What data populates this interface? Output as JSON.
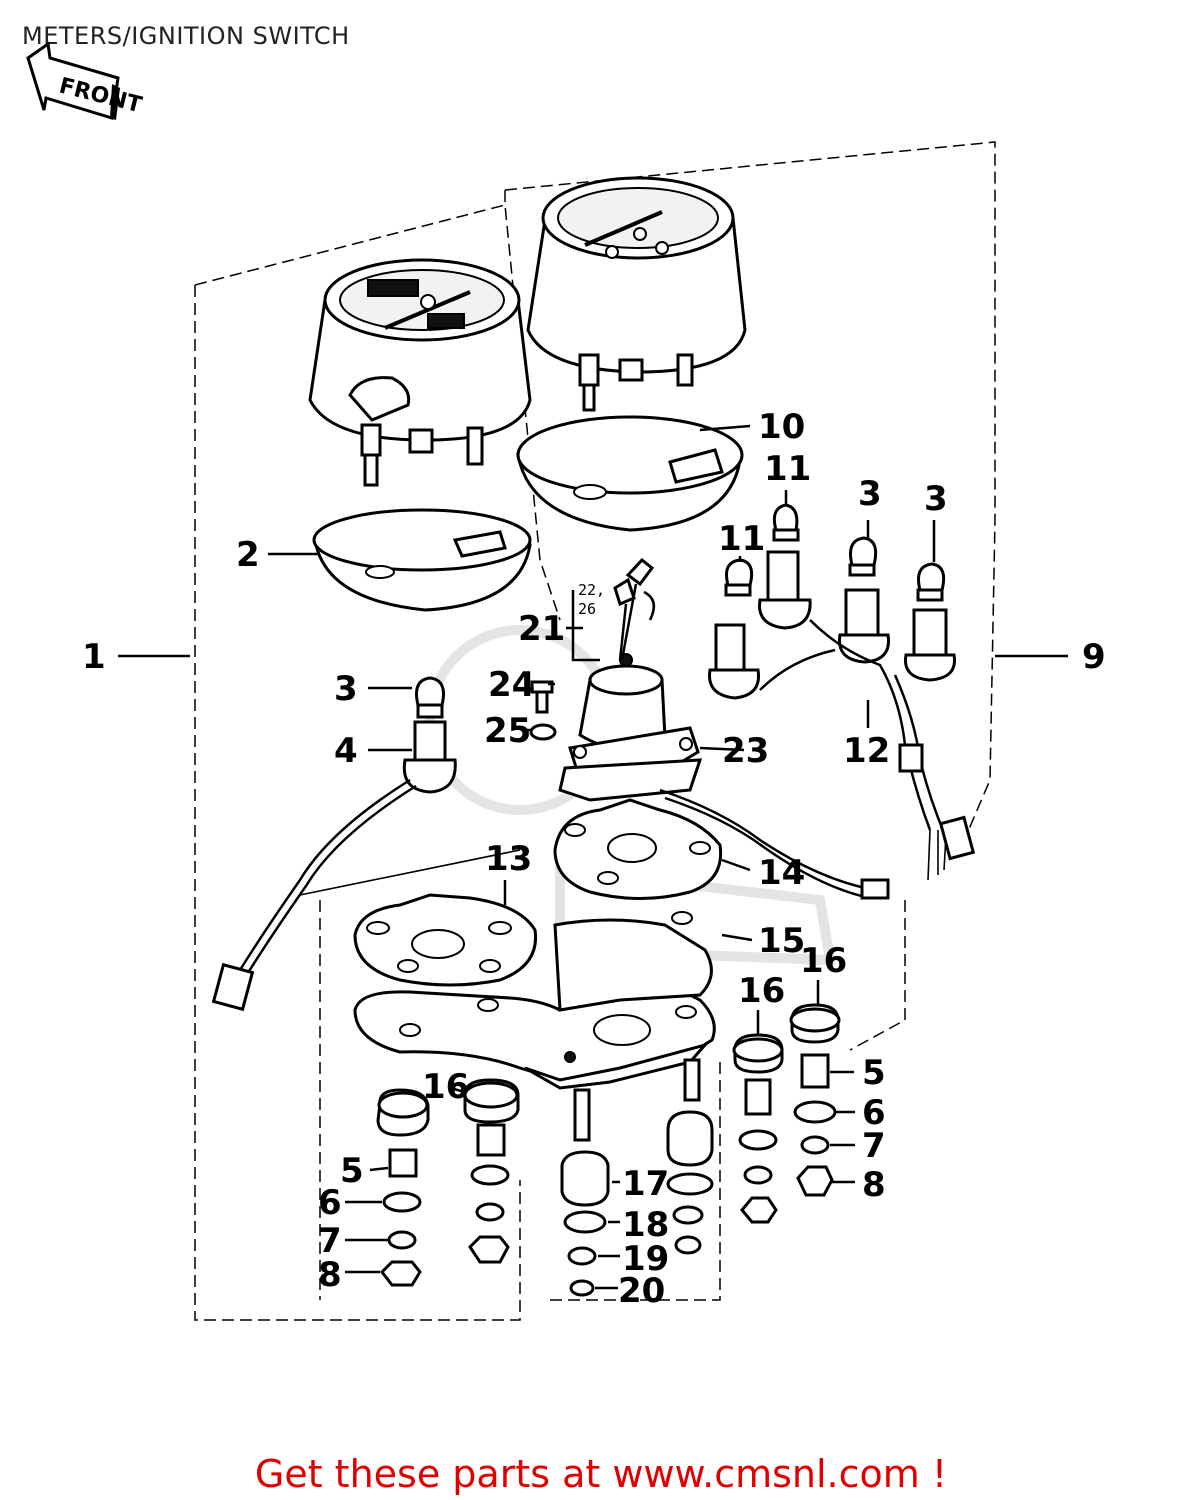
{
  "header": {
    "title": "METERS/IGNITION SWITCH",
    "front_label": "FRONT"
  },
  "callouts": {
    "c1": "1",
    "c2": "2",
    "c3a": "3",
    "c3b": "3",
    "c3c": "3",
    "c4": "4",
    "c5a": "5",
    "c5b": "5",
    "c6a": "6",
    "c6b": "6",
    "c7a": "7",
    "c7b": "7",
    "c8a": "8",
    "c8b": "8",
    "c9": "9",
    "c10": "10",
    "c11a": "11",
    "c11b": "11",
    "c12": "12",
    "c13": "13",
    "c14": "14",
    "c15": "15",
    "c16a": "16",
    "c16b": "16",
    "c16c": "16",
    "c17": "17",
    "c18": "18",
    "c19": "19",
    "c20": "20",
    "c21": "21",
    "c21_sub": "22,",
    "c21_sub2": "26",
    "c23": "23",
    "c24": "24",
    "c25": "25"
  },
  "footer": {
    "text": "Get these parts at www.cmsnl.com !"
  },
  "colors": {
    "footer": "#e00000",
    "line": "#000000",
    "background": "#ffffff"
  }
}
